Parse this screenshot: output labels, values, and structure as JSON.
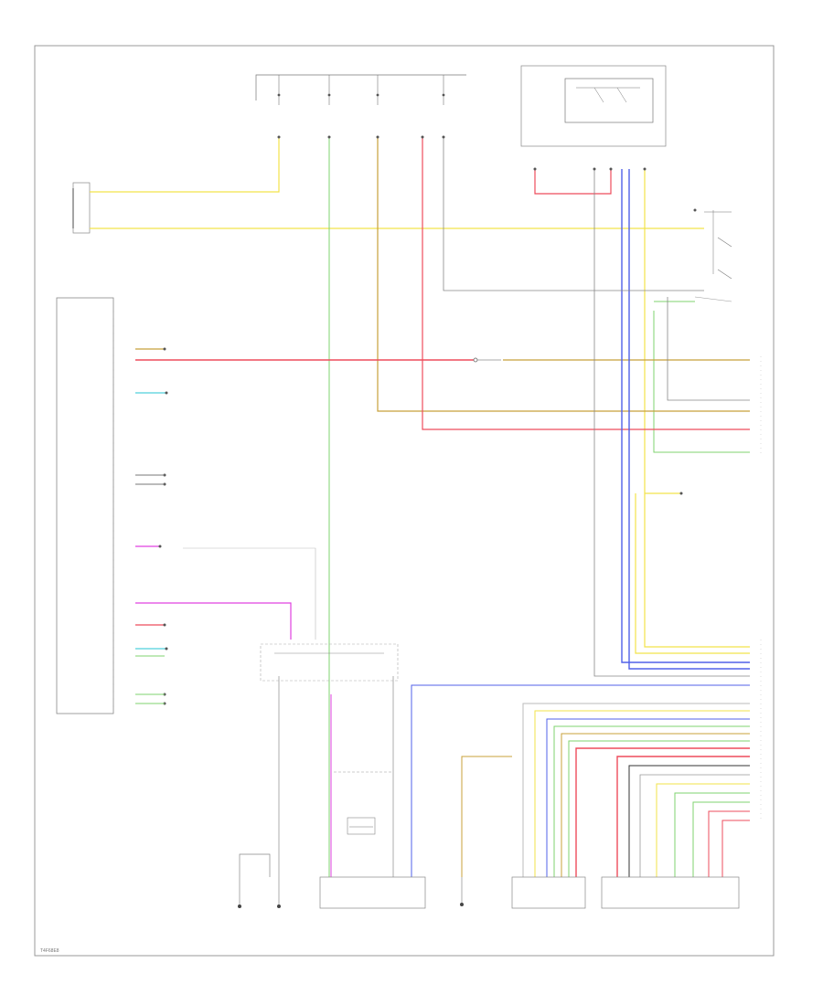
{
  "diagram_code": "T4F68E8",
  "colors": {
    "yellow": "#f2e34a",
    "green": "#7fd36f",
    "orange": "#c8a03a",
    "red": "#ee4c5c",
    "pink": "#f0829a",
    "blue": "#5060e8",
    "cyan": "#4fd0dc",
    "magenta": "#e040e0",
    "gray": "#8a8a8a",
    "black": "#333333"
  },
  "wire_legend": {
    "Y": "yellow",
    "G": "green",
    "O": "orange",
    "R": "red",
    "P": "pink",
    "L": "blue",
    "LG": "cyan",
    "V": "magenta",
    "GR": "gray",
    "B": "black"
  }
}
